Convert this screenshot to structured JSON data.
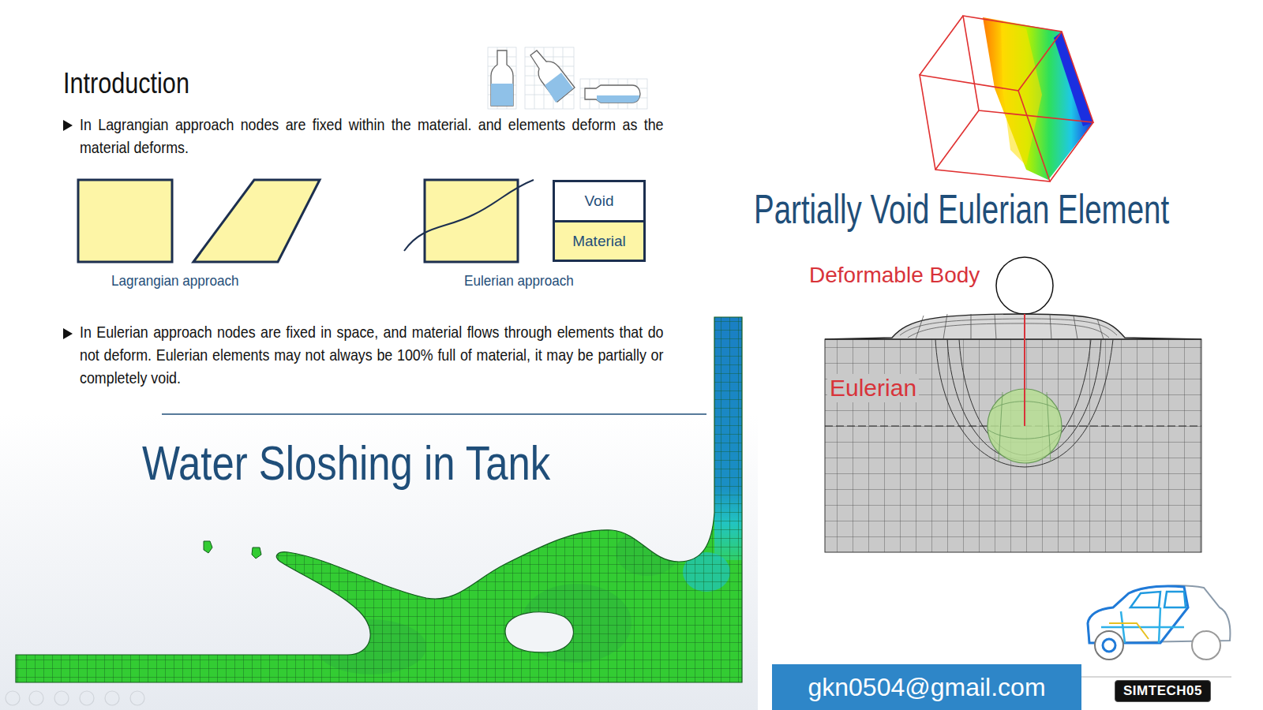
{
  "diagram": {
    "title": "Introduction",
    "nodes": [
      {
        "text": [
          "Void"
        ]
      },
      {
        "text": [
          "Material"
        ]
      },
      {
        "text": [
          "gkn0504@gmail.com"
        ]
      },
      {
        "text": [
          "SIMTECH05"
        ]
      }
    ],
    "labels": [
      "In Lagrangian approach nodes are fixed within the material. and elements deform as the material deforms.",
      "Lagrangian approach",
      "Eulerian approach",
      "In Eulerian approach nodes are fixed in space, and material flows through elements that do not deform. Eulerian elements may not always be 100% full of material, it may be partially or completely void.",
      "Water Sloshing in Tank",
      "Partially Void Eulerian Element",
      "Deformable Body",
      "Eulerian"
    ]
  }
}
